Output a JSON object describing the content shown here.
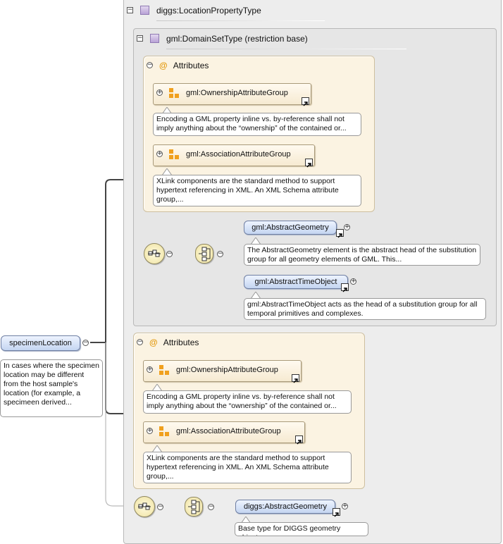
{
  "root": {
    "name": "specimenLocation",
    "doc": "In cases where the specimen location may be different from the host sample's location (for example, a specimeen derived..."
  },
  "location_type": {
    "title": "diggs:LocationPropertyType"
  },
  "domain_type": {
    "title": "gml:DomainSetType (restriction base)"
  },
  "attributes_label": "Attributes",
  "inner_attributes": {
    "groups": [
      {
        "name": "gml:OwnershipAttributeGroup",
        "doc": "Encoding a GML property inline vs. by-reference shall not imply anything about the “ownership” of the contained or..."
      },
      {
        "name": "gml:AssociationAttributeGroup",
        "doc": "XLink components are the standard method to support hypertext referencing in XML. An XML Schema attribute group,..."
      }
    ]
  },
  "choice_elements": [
    {
      "name": "gml:AbstractGeometry",
      "doc": "The AbstractGeometry element is the abstract head of the substitution group for all geometry elements of GML. This..."
    },
    {
      "name": "gml:AbstractTimeObject",
      "doc": "gml:AbstractTimeObject acts as the head of a substitution group for all temporal primitives and complexes."
    }
  ],
  "outer_attributes": {
    "groups": [
      {
        "name": "gml:OwnershipAttributeGroup",
        "doc": "Encoding a GML property inline vs. by-reference shall not imply anything about the “ownership” of the contained or..."
      },
      {
        "name": "gml:AssociationAttributeGroup",
        "doc": "XLink components are the standard method to support hypertext referencing in XML. An XML Schema attribute group,..."
      }
    ]
  },
  "bottom_element": {
    "name": "diggs:AbstractGeometry",
    "doc": "Base type for DIGGS geometry objects"
  },
  "icons": {
    "collapse": "minus-circle-icon",
    "expand": "plus-circle-icon",
    "ref": "reference-arrow-icon",
    "sequence": "sequence-compositor-icon",
    "choice": "choice-compositor-icon",
    "type": "complex-type-icon",
    "group": "attribute-group-icon"
  },
  "colors": {
    "panel": "#ededed",
    "attribute_bg": "#fbf3e2",
    "element_blue": "#c4d5f1",
    "accent_orange": "#f0a01e"
  }
}
